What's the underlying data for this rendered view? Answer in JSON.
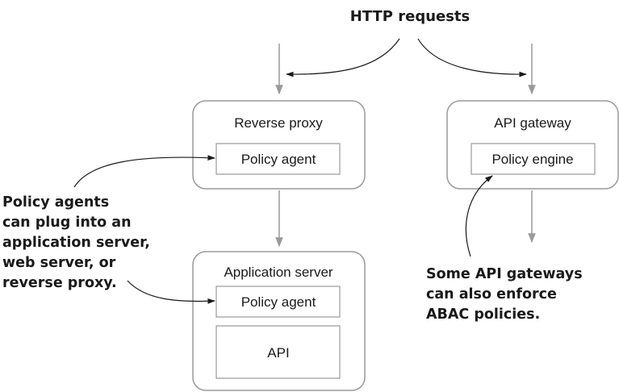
{
  "title": "HTTP requests",
  "reverse_proxy": {
    "label": "Reverse proxy",
    "inner": "Policy agent"
  },
  "api_gateway": {
    "label": "API gateway",
    "inner": "Policy engine"
  },
  "app_server": {
    "label": "Application server",
    "inner": "Policy agent",
    "api": "API"
  },
  "note_left": [
    "Policy agents",
    "can plug into an",
    "application server,",
    "web server, or",
    "reverse proxy."
  ],
  "note_right": [
    "Some API gateways",
    "can also enforce",
    "ABAC policies."
  ]
}
